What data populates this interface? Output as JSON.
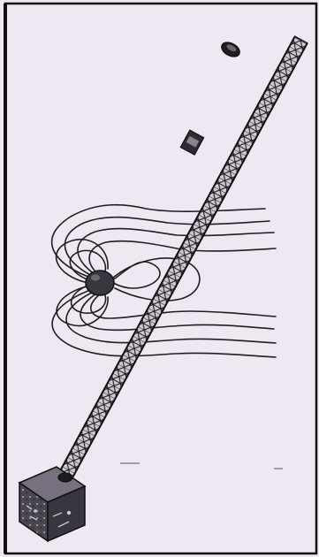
{
  "diagram": {
    "elements": [
      "magnetometer-boom",
      "magnetic-field-lines",
      "magnetic-source",
      "spacecraft-body",
      "boom-sensor-tip",
      "boom-sensor-mid"
    ]
  },
  "colors": {
    "background": "#efe8f2",
    "ink": "#1e1e1e",
    "border": "#111111"
  }
}
